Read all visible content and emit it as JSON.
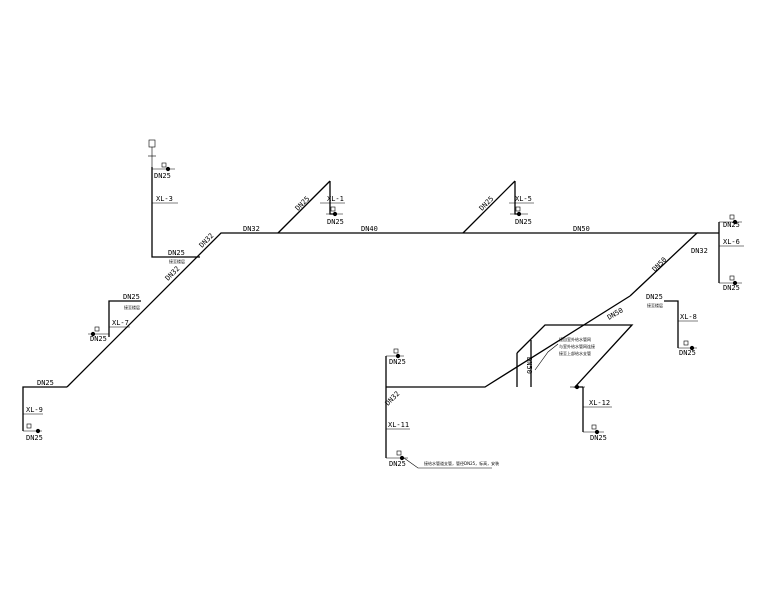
{
  "labels": {
    "dn25": "DN25",
    "dn32": "DN32",
    "dn40": "DN40",
    "dn50": "DN50",
    "xl1": "XL-1",
    "xl3": "XL-3",
    "xl5": "XL-5",
    "xl6": "XL-6",
    "xl7": "XL-7",
    "xl8": "XL-8",
    "xl9": "XL-9",
    "xl11": "XL-11",
    "xl12": "XL-12"
  },
  "notes": {
    "n1": "接至楼层",
    "n2": "接至楼层",
    "n3": "接至楼层",
    "n4": "接自室外给水管网",
    "n5": "与室外给水管网连接",
    "n6": "接至上部给水支管",
    "n7": "接给水管道支管，管径DN25，标高，安装"
  }
}
